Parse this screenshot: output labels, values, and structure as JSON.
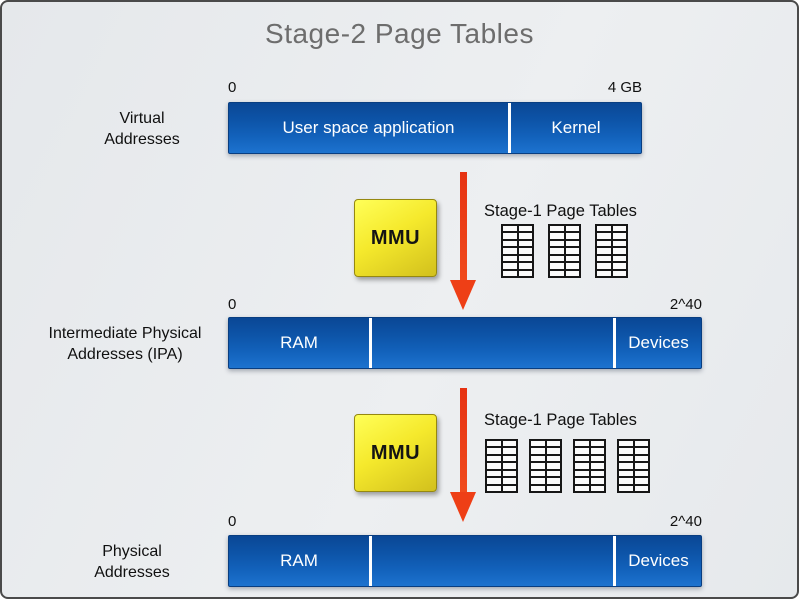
{
  "title": "Stage-2  Page Tables",
  "address_spaces": {
    "virtual": {
      "label": "Virtual\nAddresses",
      "start": "0",
      "end": "4 GB",
      "segments": {
        "user": "User space application",
        "kernel": "Kernel"
      }
    },
    "ipa": {
      "label": "Intermediate Physical\nAddresses (IPA)",
      "start": "0",
      "end": "2^40",
      "segments": {
        "ram": "RAM",
        "middle": "",
        "devices": "Devices"
      }
    },
    "physical": {
      "label": "Physical\nAddresses",
      "start": "0",
      "end": "2^40",
      "segments": {
        "ram": "RAM",
        "middle": "",
        "devices": "Devices"
      }
    }
  },
  "translations": [
    {
      "mmu_label": "MMU",
      "tables_label": "Stage-1 Page Tables",
      "table_icon_count": 3
    },
    {
      "mmu_label": "MMU",
      "tables_label": "Stage-1 Page Tables",
      "table_icon_count": 4
    }
  ],
  "colors": {
    "bar_blue": "#1263bd",
    "mmu_yellow": "#f2e627",
    "arrow_red": "#ea3b16",
    "title_gray": "#6d6d6d"
  }
}
